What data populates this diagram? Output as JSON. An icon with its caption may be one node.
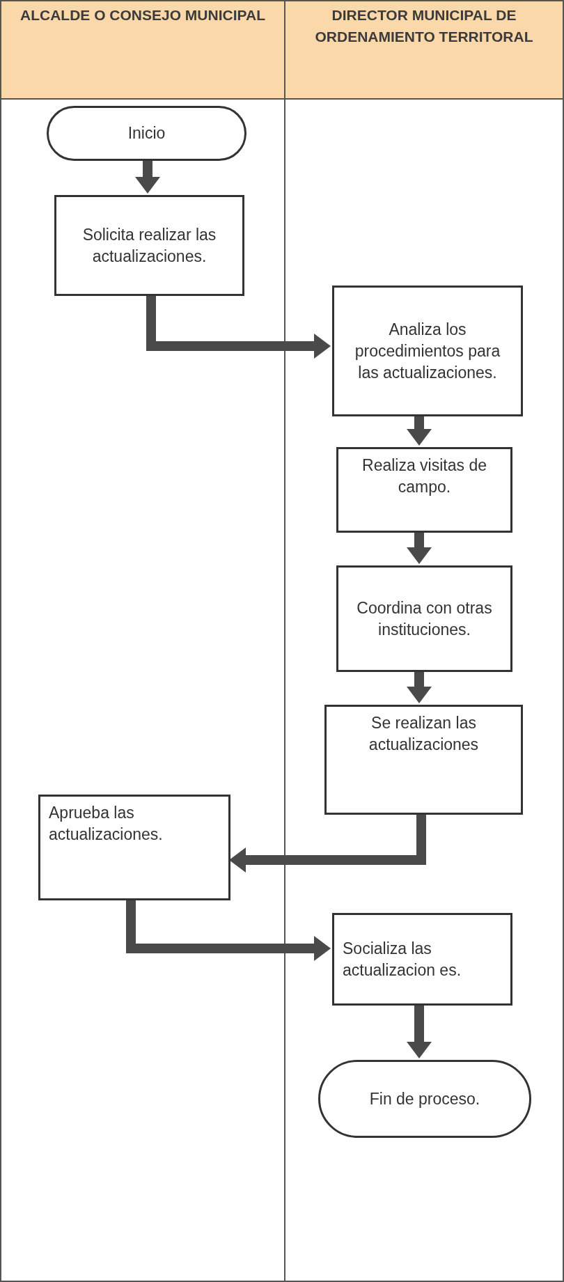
{
  "diagram": {
    "nodes": [
      {
        "text": [
          "ALCALDE O CONSEJO MUNICIPAL"
        ]
      },
      {
        "text": [
          "DIRECTOR MUNICIPAL DE ORDENAMIENTO TERRITORAL"
        ]
      },
      {
        "text": [
          "Inicio"
        ],
        "in": 0
      },
      {
        "text": [
          "Solicita realizar las actualizaciones."
        ],
        "in": 0
      },
      {
        "text": [
          "Analiza los procedimientos para las actualizaciones."
        ],
        "in": 1
      },
      {
        "text": [
          "Realiza visitas de campo."
        ],
        "in": 1
      },
      {
        "text": [
          "Coordina con otras instituciones."
        ],
        "in": 1
      },
      {
        "text": [
          "Se realizan las actualizaciones"
        ],
        "in": 1
      },
      {
        "text": [
          "Aprueba las actualizaciones."
        ],
        "in": 0
      },
      {
        "text": [
          "Socializa las actualizacion es."
        ],
        "in": 1
      },
      {
        "text": [
          "Fin de proceso."
        ],
        "in": 1
      }
    ],
    "edges": [
      {
        "from": 2,
        "to": 3,
        "arrow": "to"
      },
      {
        "from": 3,
        "to": 4,
        "arrow": "to"
      },
      {
        "from": 4,
        "to": 5,
        "arrow": "to"
      },
      {
        "from": 5,
        "to": 6,
        "arrow": "to"
      },
      {
        "from": 6,
        "to": 7,
        "arrow": "to"
      },
      {
        "from": 7,
        "to": 8,
        "arrow": "to"
      },
      {
        "from": 8,
        "to": 9,
        "arrow": "to"
      },
      {
        "from": 9,
        "to": 10,
        "arrow": "to"
      }
    ]
  }
}
